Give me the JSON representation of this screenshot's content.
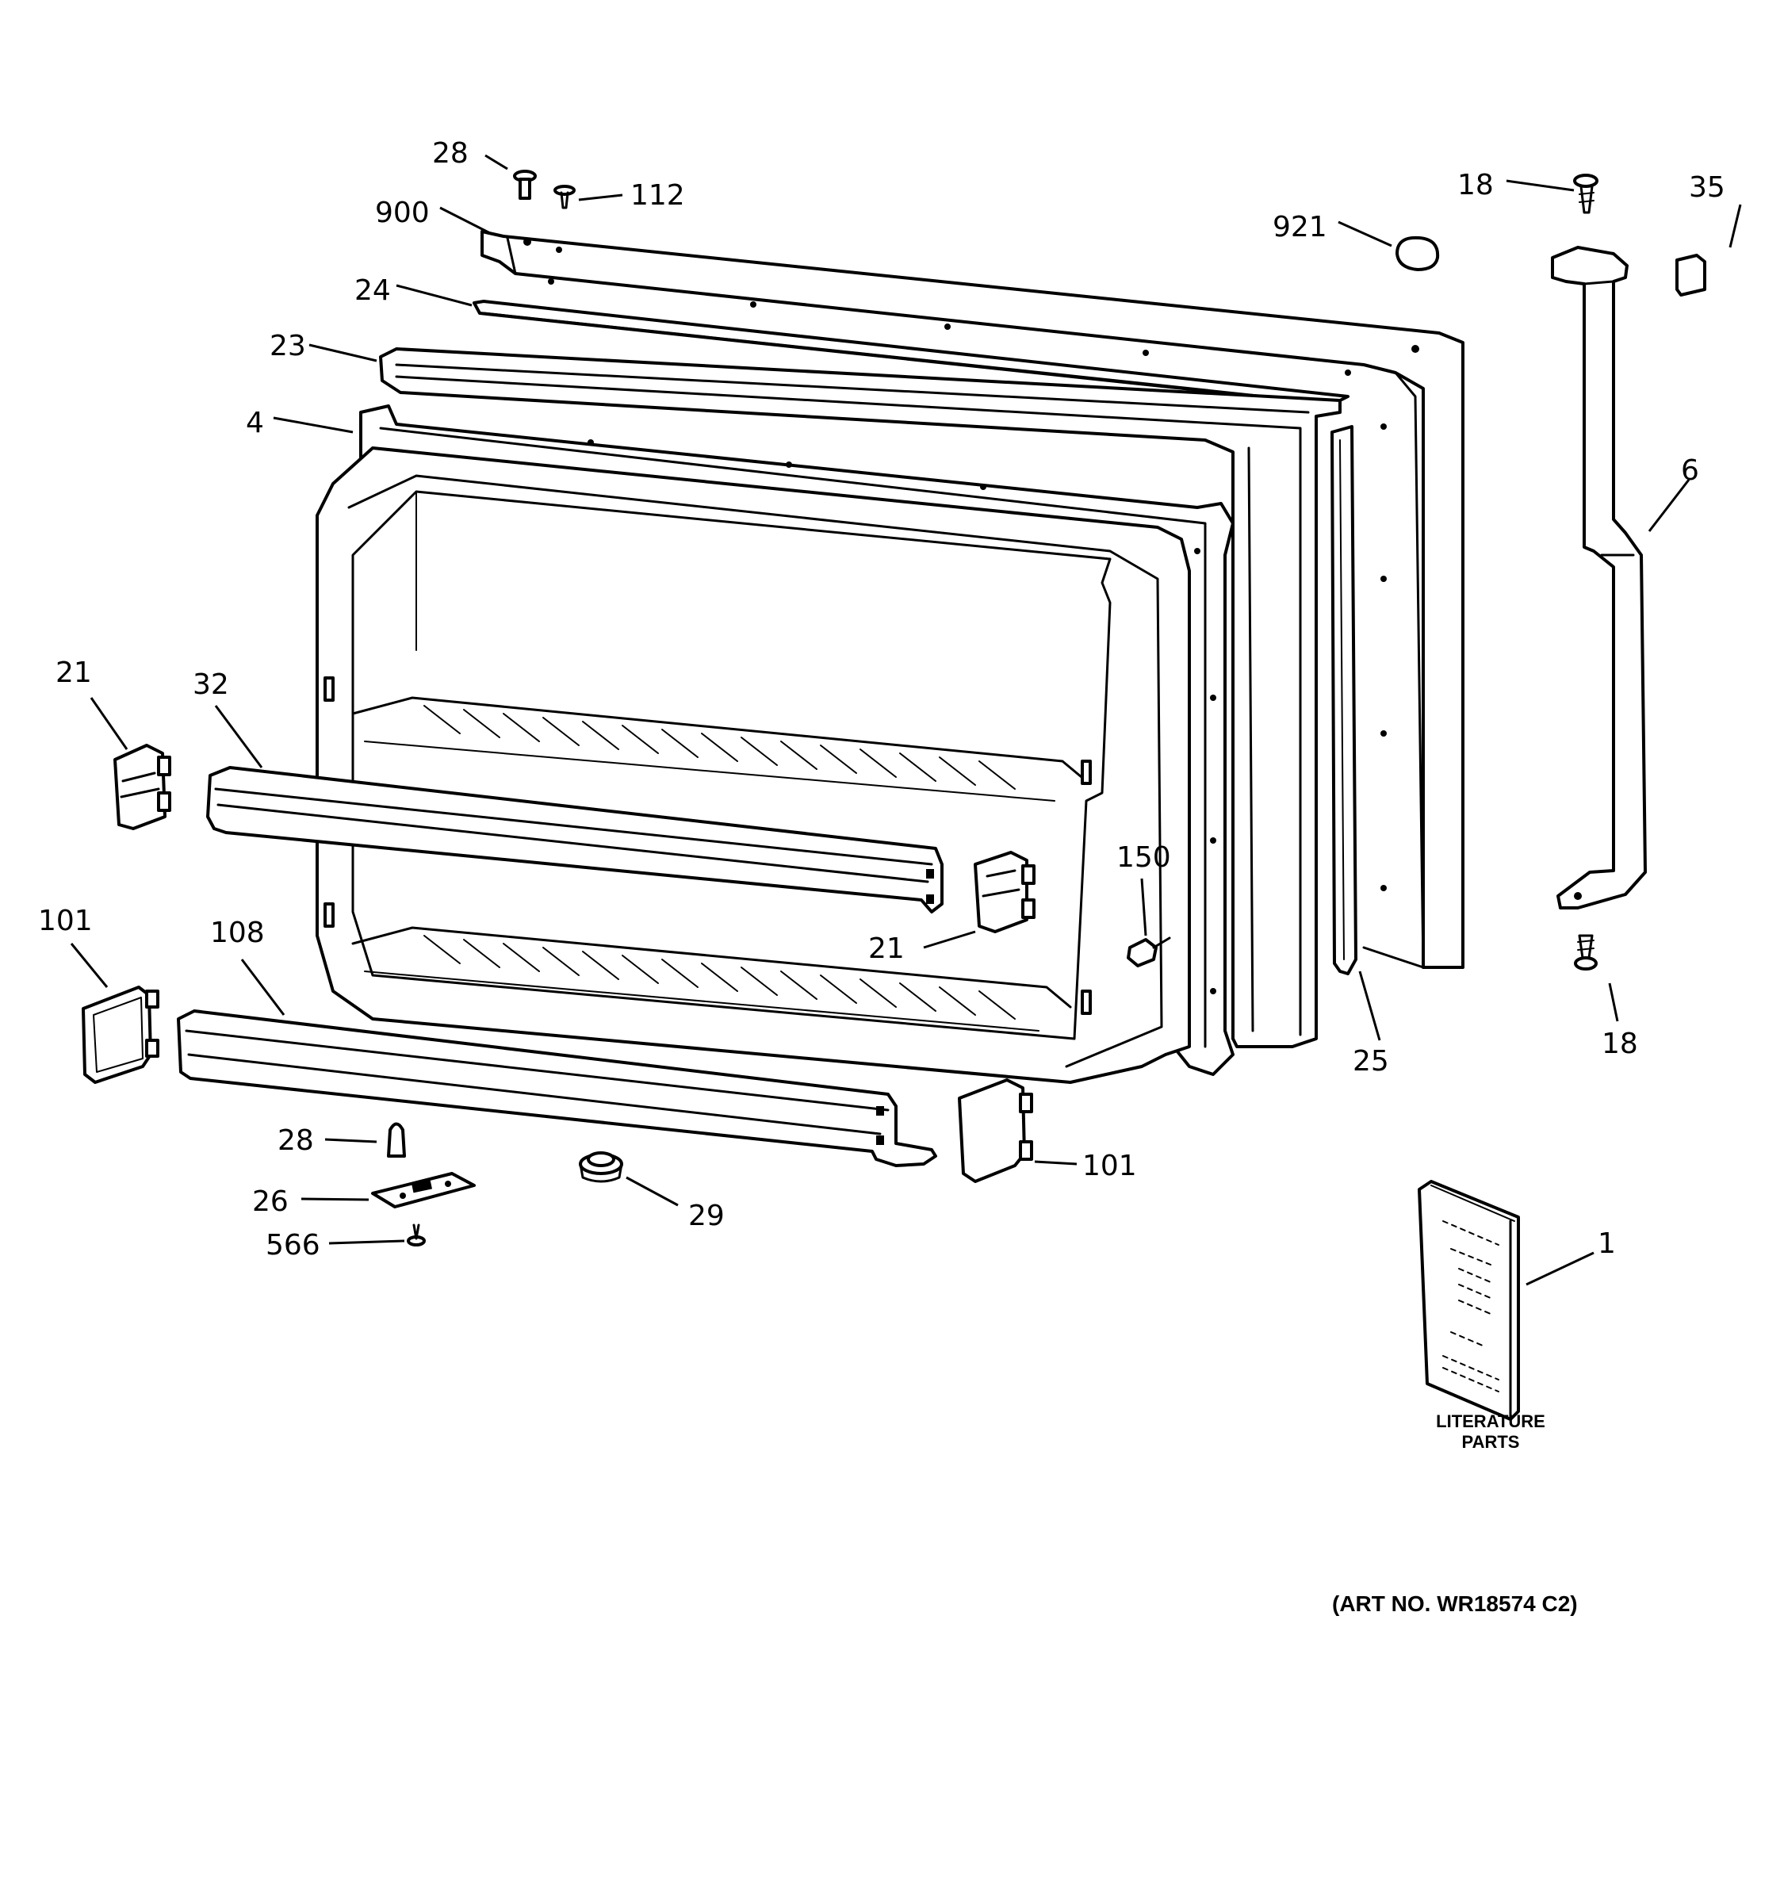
{
  "callouts": {
    "c28_top": "28",
    "c112": "112",
    "c900": "900",
    "c24": "24",
    "c23": "23",
    "c4": "4",
    "c921": "921",
    "c18_top": "18",
    "c35": "35",
    "c6": "6",
    "c21_left": "21",
    "c32": "32",
    "c150": "150",
    "c21_right": "21",
    "c101_left": "101",
    "c108": "108",
    "c25": "25",
    "c18_bottom": "18",
    "c28_bottom": "28",
    "c26": "26",
    "c566": "566",
    "c29": "29",
    "c101_right": "101",
    "c1": "1"
  },
  "literature_caption": {
    "line1": "LITERATURE",
    "line2": "PARTS"
  },
  "art_number": "(ART NO. WR18574 C2)"
}
